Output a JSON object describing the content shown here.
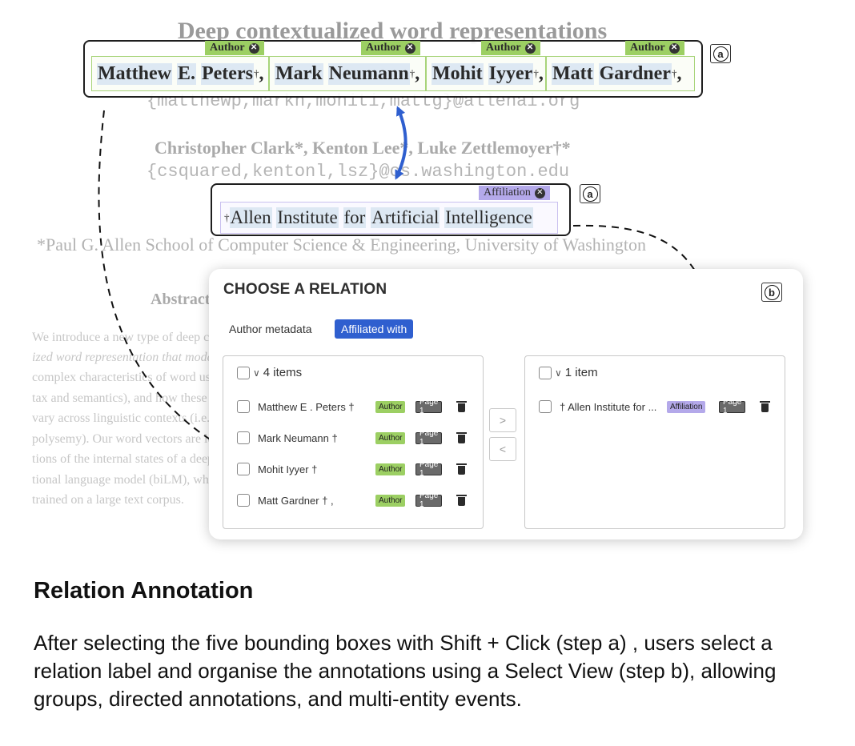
{
  "paper": {
    "title": "Deep contextualized word representations",
    "emails_1": "{matthewp,markn,mohiti,mattg}@allenai.org",
    "authors_2": "Christopher Clark*, Kenton Lee*, Luke Zettlemoyer†*",
    "emails_2": "{csquared,kentonl,lsz}@cs.washington.edu",
    "affiliation_2": "*Paul G. Allen School of Computer Science & Engineering, University of Washington",
    "abstract_heading": "Abstract",
    "abstract_lines": [
      "We introduce a new type of deep context-",
      "ized word representation that models both",
      "complex characteristics of word use (e.g., syn-",
      "tax and semantics), and how these uses",
      "vary across linguistic contexts (i.e., to model",
      "polysemy). Our word vectors are learned func-",
      "tions of the internal states of a deep bidirec-",
      "tional language model (biLM), which is pre-",
      "trained on a large text corpus."
    ]
  },
  "author_box": {
    "tag_label": "Author",
    "step_label": "a",
    "spans": [
      {
        "words": [
          "Matthew",
          "E.",
          "Peters"
        ],
        "dagger": "†",
        "trail": ","
      },
      {
        "words": [
          "Mark",
          "Neumann"
        ],
        "dagger": "†",
        "trail": ","
      },
      {
        "words": [
          "Mohit",
          "Iyyer"
        ],
        "dagger": "†",
        "trail": ","
      },
      {
        "words": [
          "Matt",
          "Gardner"
        ],
        "dagger": "†",
        "trail": ","
      }
    ]
  },
  "affiliation_box": {
    "tag_label": "Affiliation",
    "step_label": "a",
    "dagger": "†",
    "words": [
      "Allen",
      "Institute",
      "for",
      "Artificial",
      "Intelligence"
    ]
  },
  "dialog": {
    "title": "CHOOSE A RELATION",
    "step_label": "b",
    "relations": [
      {
        "label": "Author metadata",
        "active": false
      },
      {
        "label": "Affiliated with",
        "active": true
      }
    ],
    "left_panel": {
      "count_label": "4 items",
      "items": [
        {
          "text": "Matthew E . Peters †",
          "tag": "Author",
          "page": "Page 1"
        },
        {
          "text": "Mark Neumann †",
          "tag": "Author",
          "page": "Page 1"
        },
        {
          "text": "Mohit Iyyer †",
          "tag": "Author",
          "page": "Page 1"
        },
        {
          "text": "Matt Gardner † ,",
          "tag": "Author",
          "page": "Page 1"
        }
      ]
    },
    "move_right": ">",
    "move_left": "<",
    "right_panel": {
      "count_label": "1 item",
      "items": [
        {
          "text": "† Allen Institute for ...",
          "tag": "Affiliation",
          "page": "Page 1"
        }
      ]
    }
  },
  "caption": {
    "title": "Relation Annotation",
    "text": "After selecting the five bounding boxes with Shift + Click (step a) , users select a relation label and organise the annotations using a Select View (step b), allowing groups, directed annotations, and multi-entity events."
  },
  "colors": {
    "author_tag": "#9ccf63",
    "affiliation_tag": "#b4a9ea",
    "active_relation": "#2f5fcf",
    "arrow_blue": "#2f5fcf"
  }
}
